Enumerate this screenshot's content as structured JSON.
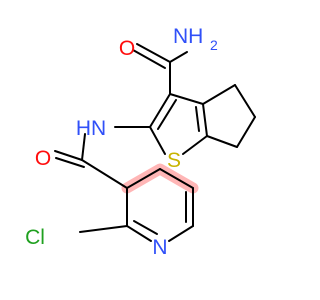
{
  "colors": {
    "bond": "#000000",
    "oxygen": "#ff0d0d",
    "nitrogen": "#3050f8",
    "sulfur": "#c8b400",
    "chlorine": "#1fa01f",
    "aromatic_highlight": "#ffb6b6"
  },
  "atoms": {
    "amide_o_top": "O",
    "amine_n": "NH",
    "amine_sub": "2",
    "nh": "HN",
    "amide_o_left": "O",
    "sulfur": "S",
    "chlorine": "Cl",
    "pyridine_n": "N"
  }
}
